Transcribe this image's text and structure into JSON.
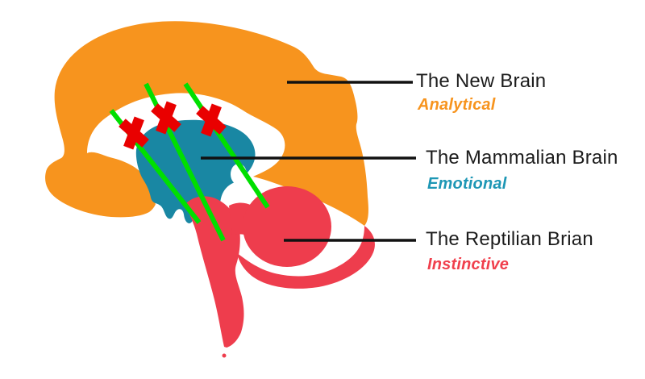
{
  "figure": {
    "description": "Triune brain diagram with three regions struck through by green lines and red X marks",
    "background_color": "#ffffff"
  },
  "labels": [
    {
      "title": "The New Brain",
      "subtitle": "Analytical",
      "title_color": "#1c1c1c",
      "subtitle_color": "#f7941e"
    },
    {
      "title": "The Mammalian Brain",
      "subtitle": "Emotional",
      "title_color": "#1c1c1c",
      "subtitle_color": "#1e97b5"
    },
    {
      "title": "The Reptilian Brian",
      "subtitle": "Instinctive",
      "title_color": "#1c1c1c",
      "subtitle_color": "#f0404d"
    }
  ],
  "brain_regions": [
    {
      "name": "cerebrum (new brain)",
      "color": "#f7941e"
    },
    {
      "name": "limbic system (mammalian brain)",
      "color": "#1987a3"
    },
    {
      "name": "brainstem-cerebellum (reptilian)",
      "color": "#ee3d4d"
    }
  ],
  "annotations": {
    "pointer_lines": {
      "count": 3,
      "color": "#111111"
    },
    "strike_lines": {
      "count": 3,
      "color": "#00df00"
    },
    "x_marks": {
      "count": 3,
      "color": "#e90000",
      "glyph": "X"
    }
  }
}
